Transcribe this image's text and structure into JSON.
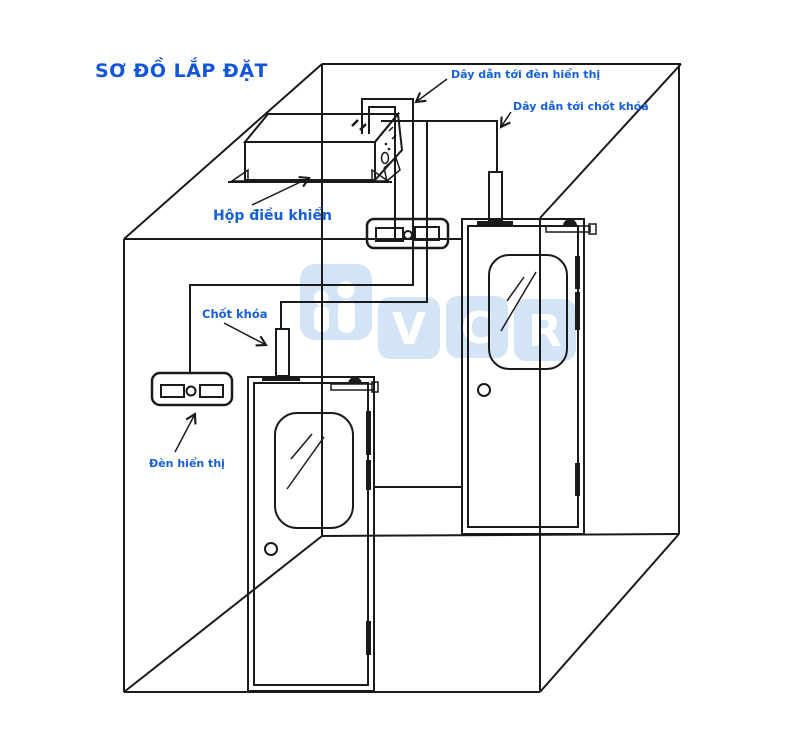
{
  "title": "SƠ ĐỒ LẮP ĐẶT",
  "annotations": {
    "wire_to_indicator_label": "Dây dẫn tới đèn hiển thị",
    "wire_to_lock_label": "Dây dẫn tới chốt khóa",
    "control_box_label": "Hộp điều khiển",
    "lock_bolt_label": "Chốt khóa",
    "indicator_light_label": "Đèn hiển thị"
  },
  "watermark": {
    "letters": [
      "V",
      "C",
      "R"
    ]
  },
  "colors": {
    "label_blue": "#1560D8",
    "line_black": "#1A1A1A",
    "watermark_blue": "#D3E4F7"
  }
}
